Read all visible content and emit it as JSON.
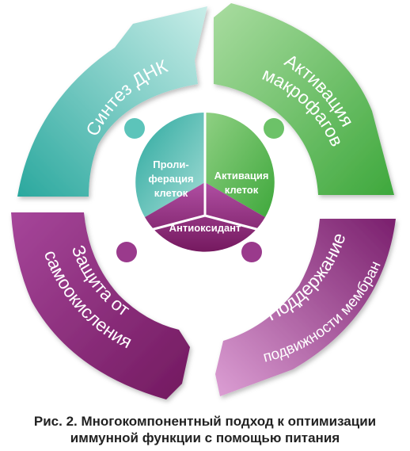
{
  "outer_segments": {
    "top_left": "Синтез ДНК",
    "top_right_l1": "Активация",
    "top_right_l2": "макрофагов",
    "bottom_right_l1": "Поддержание",
    "bottom_right_l2": "подвижности мембран",
    "bottom_left_l1": "Защита от",
    "bottom_left_l2": "самоокисления"
  },
  "inner_segments": {
    "left_l1": "Проли-",
    "left_l2": "ферация",
    "left_l3": "клеток",
    "right_l1": "Активация",
    "right_l2": "клеток",
    "bottom": "Антиоксидант"
  },
  "caption": {
    "line1": "Рис. 2. Многокомпонентный подход к оптимизации",
    "line2": "иммунной функции с помощью питания"
  },
  "colors": {
    "teal": "#3fb8ad",
    "green": "#5cb85a",
    "purple": "#8e2e80"
  }
}
